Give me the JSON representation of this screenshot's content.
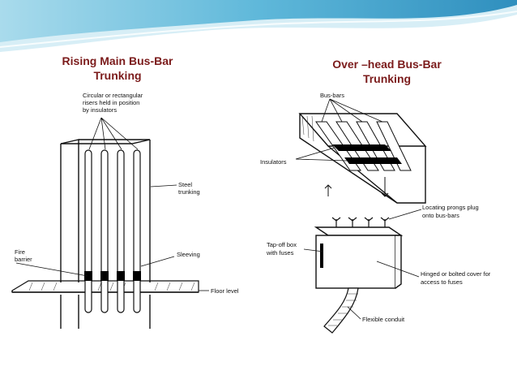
{
  "left_panel": {
    "title_line1": "Rising Main Bus-Bar",
    "title_line2": "Trunking",
    "labels": {
      "risers_l1": "Circular or rectangular",
      "risers_l2": "risers held in position",
      "risers_l3": "by insulators",
      "steel_l1": "Steel",
      "steel_l2": "trunking",
      "fire_l1": "Fire",
      "fire_l2": "barrier",
      "sleeving": "Sleeving",
      "floor": "Floor level"
    }
  },
  "right_panel": {
    "title_line1": "Over –head Bus-Bar",
    "title_line2": "Trunking",
    "labels": {
      "busbars": "Bus-bars",
      "insulators": "Insulators",
      "prongs_l1": "Locating prongs plug",
      "prongs_l2": "onto bus-bars",
      "tapoff_l1": "Tap-off box",
      "tapoff_l2": "with fuses",
      "cover_l1": "Hinged or bolted cover for",
      "cover_l2": "access to fuses",
      "conduit": "Flexible conduit"
    }
  },
  "colors": {
    "title": "#7b1b1b",
    "wave_light": "#cfe9f3",
    "wave_mid": "#7fc6e1",
    "wave_dark": "#3f9fc6"
  }
}
